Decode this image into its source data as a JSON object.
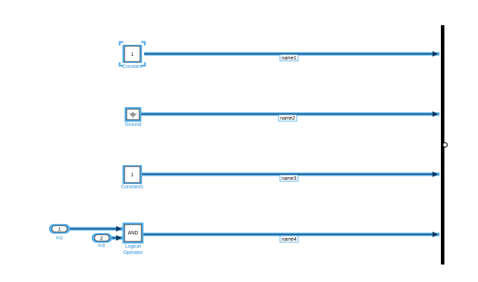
{
  "colors": {
    "highlight": "#5ab0ea",
    "wire": "#0a3a66",
    "label": "#2a8fd6",
    "bus": "#000000"
  },
  "blocks": {
    "constant": {
      "name": "Constant",
      "value": "1"
    },
    "ground": {
      "name": "Ground"
    },
    "constant1": {
      "name": "Constant1",
      "value": "1"
    },
    "in2": {
      "name": "In2",
      "port": "1"
    },
    "in3": {
      "name": "In3",
      "port": "2"
    },
    "logical": {
      "name_line1": "Logical",
      "name_line2": "Operator",
      "operator": "AND"
    }
  },
  "signals": {
    "s1": "name1",
    "s2": "name2",
    "s3": "name3",
    "s4": "name4"
  }
}
